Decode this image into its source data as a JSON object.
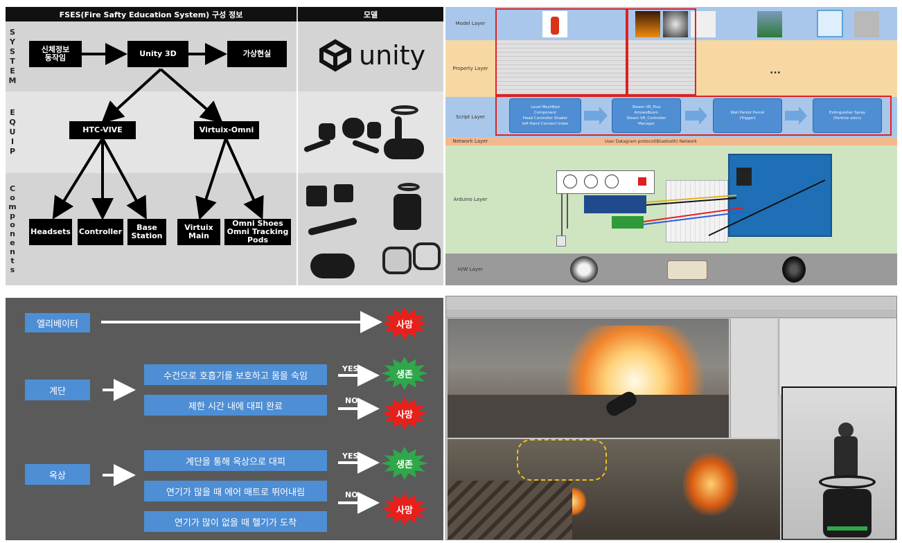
{
  "fses": {
    "header_left": "FSES(Fire Safty Education System) 구성 정보",
    "header_right": "모델",
    "side_system": [
      "S",
      "Y",
      "S",
      "T",
      "E",
      "M"
    ],
    "side_equip": [
      "E",
      "Q",
      "U",
      "I",
      "P"
    ],
    "side_components": [
      "C",
      "o",
      "m",
      "p",
      "o",
      "n",
      "e",
      "n",
      "t",
      "s"
    ],
    "box_body_info": "신체정보\n동작임",
    "box_unity": "Unity 3D",
    "box_vr": "가상현실",
    "box_htc": "HTC-VIVE",
    "box_virtuix": "Virtuix-Omni",
    "box_headsets": "Headsets",
    "box_controller": "Controller",
    "box_base": "Base\nStation",
    "box_vmain": "Virtuix\nMain",
    "box_omni": "Omni Shoes\nOmni Tracking\nPods",
    "unity_logo_text": "unity"
  },
  "layers": {
    "model": "Model Layer",
    "property": "Property Layer",
    "script": "Script Layer",
    "network": "Network Layer",
    "arduino": "Arduino Layer",
    "hw": "H/W Layer",
    "network_text": "User Datagram protocol(Bluetooth) Network",
    "ellipsis": "...",
    "script_boxes": [
      "Level MeshBed\nComponent\nHead Controller  Shader\nleft Hand Connect Index",
      "Steam VR_Plus\nArrowsBoom\nSteam VR_Controller\nManager",
      "Wall Parkor Parcel\n(Trigger)",
      "Extinguisher Spray\n(Particle ation)"
    ]
  },
  "flow": {
    "elevator": "엘리베이터",
    "stairs": "계단",
    "roof": "옥상",
    "stairs_opt1": "수건으로 호흡기를 보호하고 몸을 숙임",
    "stairs_opt2": "제한 시간 내에 대피 완료",
    "roof_opt1": "계단을 통해 옥상으로 대피",
    "roof_opt2": "연기가 많을 때 에어 매트로 뛰어내림",
    "roof_opt3": "연기가 많이 없을 때 헬기가 도착",
    "yes": "YES",
    "no": "NO",
    "death": "사망",
    "survive": "생존"
  },
  "colors": {
    "box_blue": "#4e8ed4",
    "death_red": "#e8201c",
    "survive_green": "#2ea84a",
    "panel_gray": "#5a5a5a"
  }
}
